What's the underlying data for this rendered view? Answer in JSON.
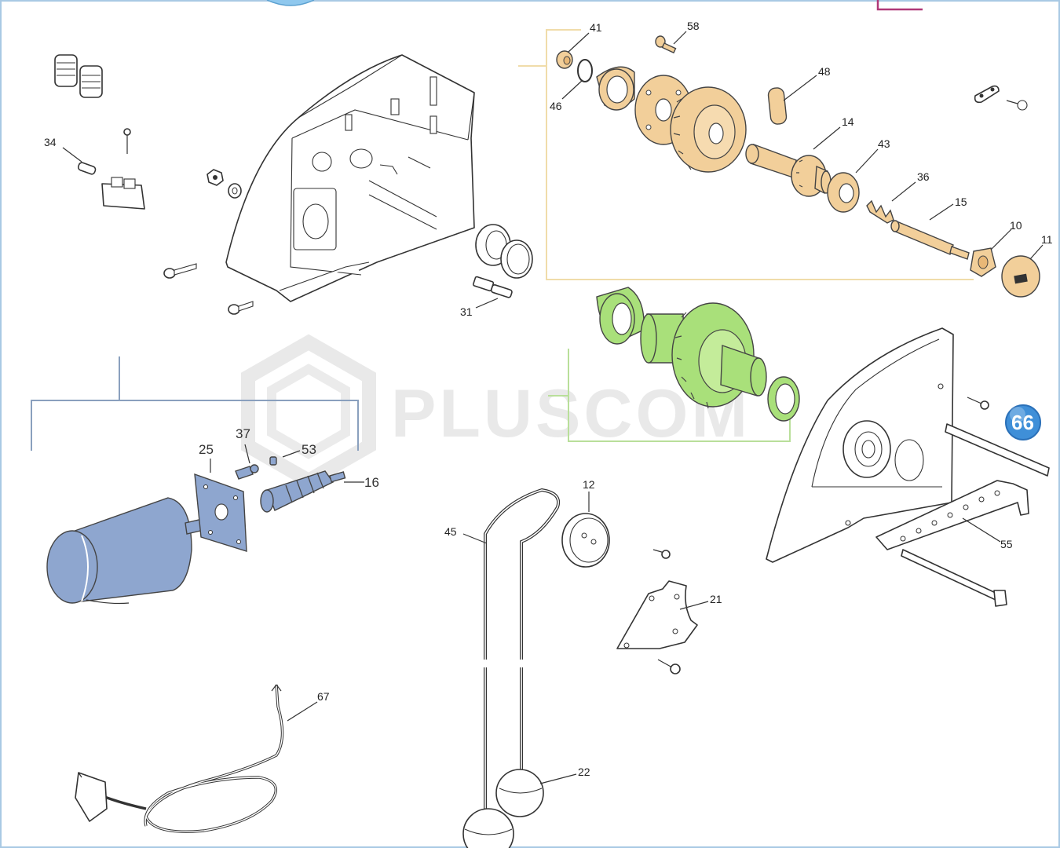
{
  "watermark": "PLUSCOM",
  "badge": {
    "label": "66",
    "color": "#3f8fd8"
  },
  "colors": {
    "gold_group": "#f2cf9a",
    "gold_bracket": "#f0dcaa",
    "green_group": "#a9e07a",
    "green_bracket": "#b9df9a",
    "blue_group": "#8ea6cf",
    "blue_bracket": "#8aa0be",
    "magenta_bracket": "#b03878",
    "frame": "#a9c9e4"
  },
  "labels": {
    "p41": "41",
    "p58": "58",
    "p46": "46",
    "p48": "48",
    "p14": "14",
    "p43": "43",
    "p36": "36",
    "p15": "15",
    "p10": "10",
    "p11": "11",
    "p34": "34",
    "p31": "31",
    "p37": "37",
    "p25": "25",
    "p53": "53",
    "p16": "16",
    "p12": "12",
    "p45": "45",
    "p21": "21",
    "p55": "55",
    "p67": "67",
    "p22": "22"
  }
}
